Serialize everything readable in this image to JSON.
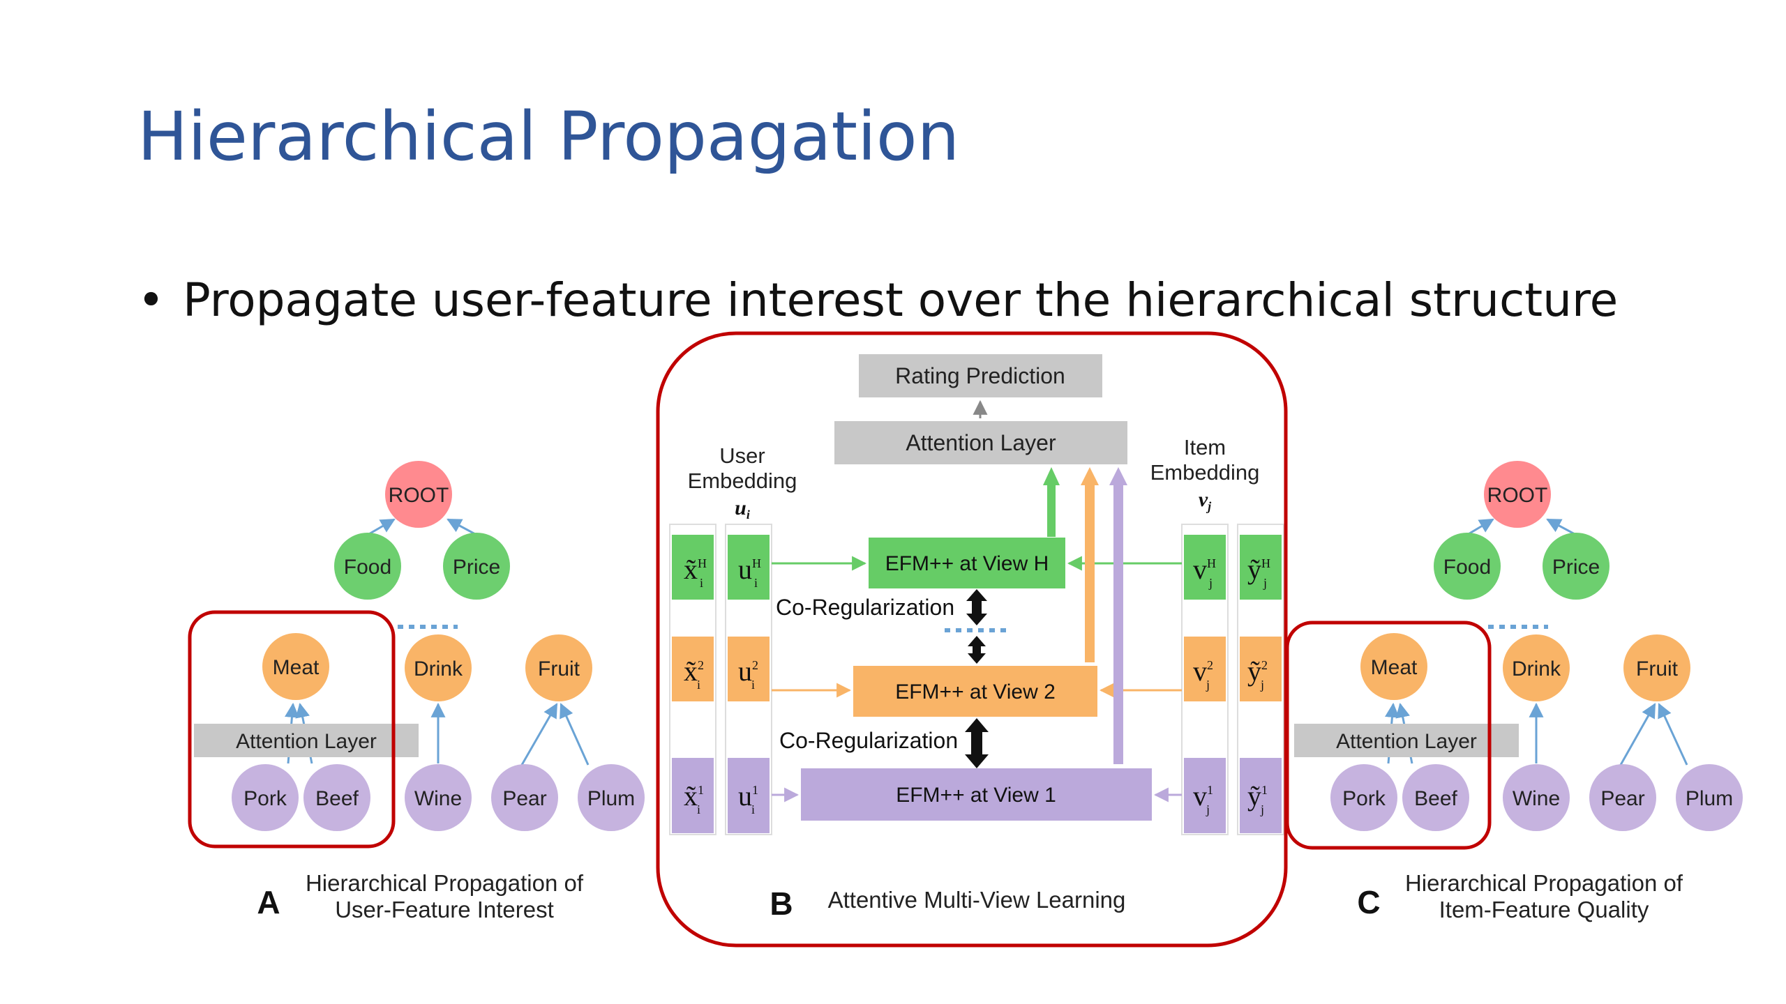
{
  "slide": {
    "title": "Hierarchical Propagation",
    "bullet": "Propagate user-feature interest over the hierarchical structure"
  },
  "panel_a": {
    "letter": "A",
    "caption_line1": "Hierarchical Propagation of",
    "caption_line2": "User-Feature Interest",
    "root": "ROOT",
    "level1": [
      "Food",
      "Price"
    ],
    "level2": [
      "Meat",
      "Drink",
      "Fruit"
    ],
    "leaves": [
      "Pork",
      "Beef",
      "Wine",
      "Pear",
      "Plum"
    ],
    "attention_label": "Attention Layer"
  },
  "panel_b": {
    "letter": "B",
    "caption": "Attentive Multi-View Learning",
    "rating_prediction": "Rating Prediction",
    "attention_layer": "Attention Layer",
    "user_embedding": [
      "User",
      "Embedding",
      "u",
      "i"
    ],
    "item_embedding": [
      "Item",
      "Embedding",
      "v",
      "j"
    ],
    "views": [
      {
        "label": "EFM++ at View H",
        "sup": "H"
      },
      {
        "label": "EFM++ at View 2",
        "sup": "2"
      },
      {
        "label": "EFM++ at View 1",
        "sup": "1"
      }
    ],
    "coreg_label": "Co-Regularization",
    "user_x": "x̃",
    "user_u": "u",
    "user_sub": "i",
    "item_v": "v",
    "item_y": "ỹ",
    "item_sub": "j"
  },
  "panel_c": {
    "letter": "C",
    "caption_line1": "Hierarchical Propagation of",
    "caption_line2": "Item-Feature Quality",
    "root": "ROOT",
    "level1": [
      "Food",
      "Price"
    ],
    "level2": [
      "Meat",
      "Drink",
      "Fruit"
    ],
    "leaves": [
      "Pork",
      "Beef",
      "Wine",
      "Pear",
      "Plum"
    ],
    "attention_label": "Attention Layer"
  },
  "colors": {
    "title": "#2f5597",
    "root": "#ff8a8f",
    "level1": "#6dcf6f",
    "level2": "#f9b467",
    "leaf": "#c6b3df",
    "outline": "#c00000",
    "green_box": "#66cc66",
    "orange_box": "#f9b467",
    "purple_box": "#bba9db",
    "gray_box": "#c8c8c8",
    "arrow_blue": "#6aa3d5"
  }
}
